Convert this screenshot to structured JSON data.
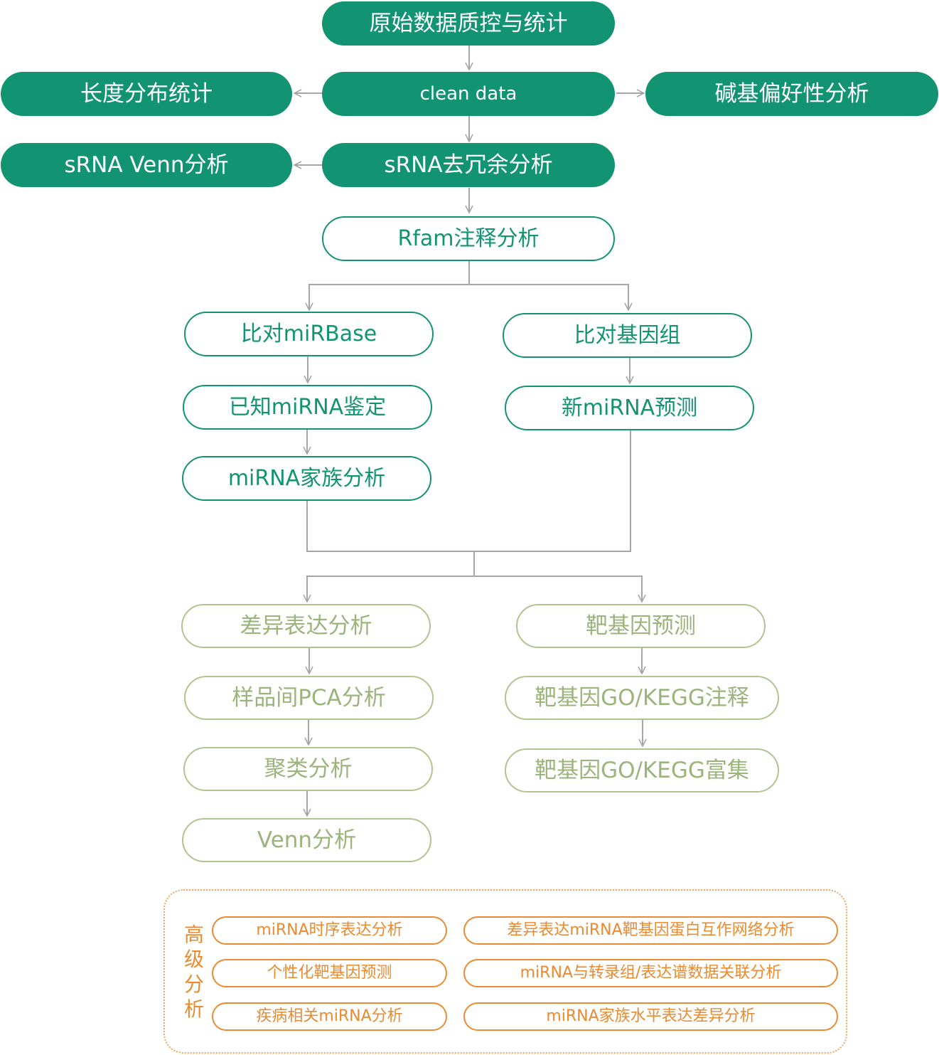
{
  "colors": {
    "primary": "#129472",
    "connector": "#a6a6a6",
    "analysis": "#9bb47b",
    "analysis_border": "#b0c48f",
    "advanced": "#eb8b31"
  },
  "nodes": {
    "raw_qc": "原始数据质控与统计",
    "clean_data": "clean data",
    "length_dist": "长度分布统计",
    "base_bias": "碱基偏好性分析",
    "srna_venn": "sRNA Venn分析",
    "srna_dedup": "sRNA去冗余分析",
    "rfam": "Rfam注释分析",
    "mirbase": "比对miRBase",
    "genome": "比对基因组",
    "known_mirna": "已知miRNA鉴定",
    "novel_mirna": "新miRNA预测",
    "family": "miRNA家族分析",
    "diff_expr": "差异表达分析",
    "target_pred": "靶基因预测",
    "pca": "样品间PCA分析",
    "go_annot": "靶基因GO/KEGG注释",
    "cluster": "聚类分析",
    "go_enrich": "靶基因GO/KEGG富集",
    "venn": "Venn分析"
  },
  "advanced": {
    "title": "高级分析",
    "items": [
      "miRNA时序表达分析",
      "差异表达miRNA靶基因蛋白互作网络分析",
      "个性化靶基因预测",
      "miRNA与转录组/表达谱数据关联分析",
      "疾病相关miRNA分析",
      "miRNA家族水平表达差异分析"
    ]
  }
}
